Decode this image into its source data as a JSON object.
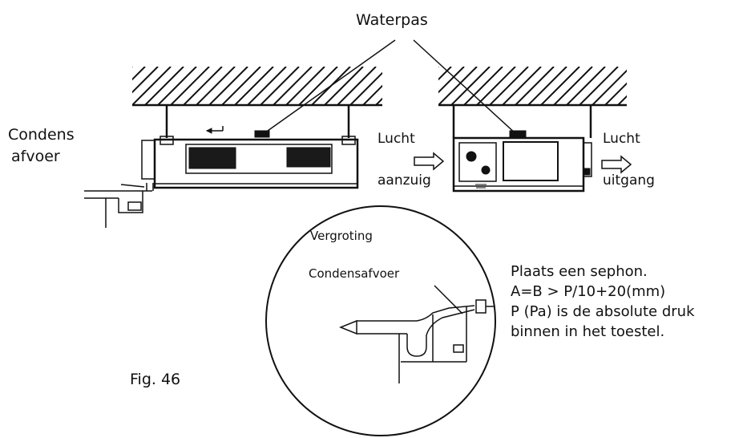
{
  "labels": {
    "waterpas": "Waterpas",
    "condens_afvoer_line1": "Condens",
    "condens_afvoer_line2": "afvoer",
    "lucht_in_line1": "Lucht",
    "lucht_in_line2": "aanzuig",
    "lucht_out_line1": "Lucht",
    "lucht_out_line2": "uitgang",
    "vergroting": "Vergroting",
    "condensafvoer": "Condensafvoer",
    "figure": "Fig. 46"
  },
  "note": {
    "line1": "Plaats een sephon.",
    "line2": "A=B > P/10+20(mm)",
    "line3": "P (Pa) is de absolute druk",
    "line4": "binnen in het toestel."
  },
  "colors": {
    "ink": "#111111",
    "background": "#ffffff"
  }
}
